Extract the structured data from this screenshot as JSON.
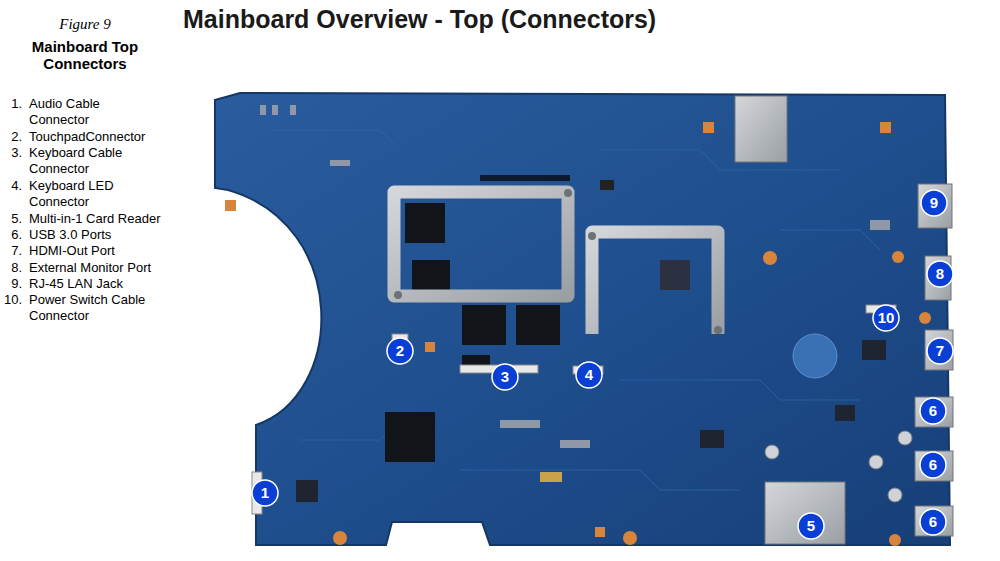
{
  "diagram": {
    "title": "Mainboard Overview - Top (Connectors)",
    "labels": [
      "Figure 9",
      "Mainboard Top Connectors",
      "1.",
      "Audio Cable Connector",
      "2.",
      "TouchpadConnector",
      "3.",
      "Keyboard Cable Connector",
      "4.",
      "Keyboard LED Connector",
      "5.",
      "Multi-in-1 Card Reader",
      "6.",
      "USB 3.0 Ports",
      "7.",
      "HDMI-Out Port",
      "8.",
      "External Monitor Port",
      "9.",
      "RJ-45 LAN Jack",
      "10.",
      "Power Switch Cable Connector",
      "1",
      "2",
      "3",
      "4",
      "5",
      "6",
      "6",
      "6",
      "7",
      "8",
      "9",
      "10"
    ]
  }
}
